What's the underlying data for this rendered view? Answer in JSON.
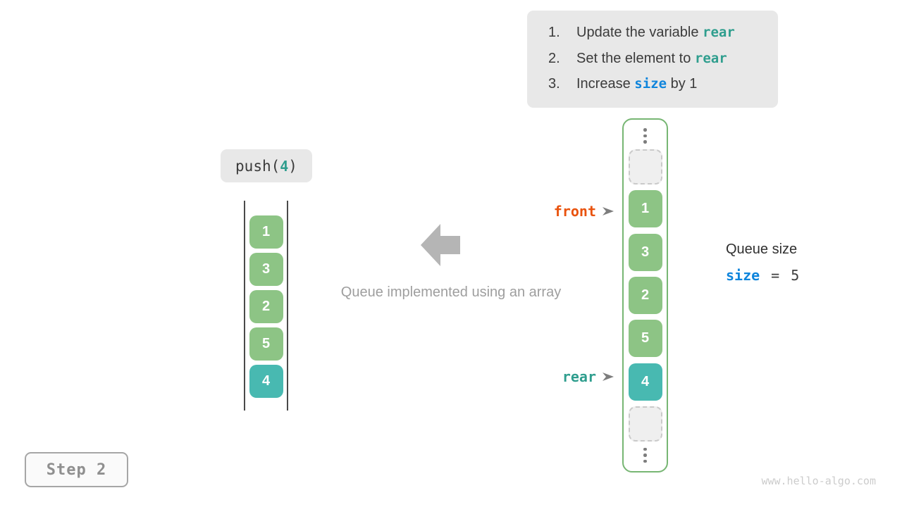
{
  "colors": {
    "box_bg": "#e8e8e8",
    "dark_text": "#3b3b3b",
    "gray_text": "#9e9e9e",
    "teal_code": "#2f9e8e",
    "blue_code": "#0f85dc",
    "orange_code": "#e9530e",
    "green_cell": "#8dc485",
    "teal_cell": "#48b9b1",
    "container_border": "#77b673",
    "arrow_gray": "#b5b5b5"
  },
  "instructions": {
    "items": [
      {
        "num": "1.",
        "before": "Update the variable ",
        "code": "rear",
        "after": ""
      },
      {
        "num": "2.",
        "before": "Set the element to ",
        "code": "rear",
        "after": ""
      },
      {
        "num": "3.",
        "before": "Increase ",
        "code": "size",
        "after": " by 1"
      }
    ]
  },
  "push_label": {
    "fn": "push(",
    "arg": "4",
    "close": ")"
  },
  "left_queue": {
    "cells": [
      "1",
      "3",
      "2",
      "5",
      "4"
    ]
  },
  "caption": "Queue implemented using an array",
  "array": {
    "cells": [
      "1",
      "3",
      "2",
      "5",
      "4"
    ],
    "front_label": "front",
    "rear_label": "rear"
  },
  "icons": {
    "front_pointer": "arrowhead-right",
    "rear_pointer": "arrowhead-right",
    "direction": "big-left-arrow",
    "ellipsis": "vertical-dots"
  },
  "queue_size": {
    "title": "Queue size",
    "var": "size",
    "equals": "=",
    "value": "5"
  },
  "step_badge": "Step 2",
  "watermark": "www.hello-algo.com"
}
